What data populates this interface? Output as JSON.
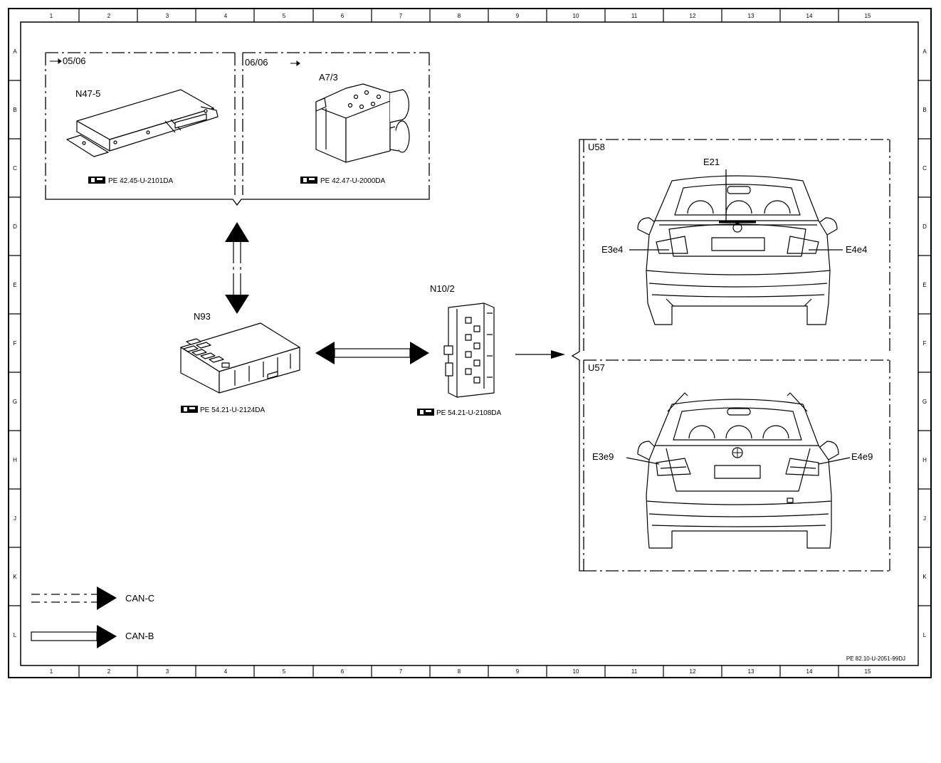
{
  "frame": {
    "column_labels": [
      "1",
      "2",
      "3",
      "4",
      "5",
      "6",
      "7",
      "8",
      "9",
      "10",
      "11",
      "12",
      "13",
      "14",
      "15"
    ],
    "row_labels": [
      "A",
      "B",
      "C",
      "D",
      "E",
      "F",
      "G",
      "H",
      "J",
      "K",
      "L"
    ],
    "footer_code": "PE 82.10-U-2051-99DJ"
  },
  "components": {
    "box_left": {
      "date": "05/06",
      "code": "N47-5",
      "ref": "PE 42.45-U-2101DA"
    },
    "box_right": {
      "date": "06/06",
      "code": "A7/3",
      "ref": "PE 42.47-U-2000DA"
    },
    "n93": {
      "code": "N93",
      "ref": "PE 54.21-U-2124DA"
    },
    "n10": {
      "code": "N10/2",
      "ref": "PE 54.21-U-2108DA"
    }
  },
  "vehicles": {
    "u58": {
      "code": "U58",
      "e21": "E21",
      "left_lamp": "E3e4",
      "right_lamp": "E4e4"
    },
    "u57": {
      "code": "U57",
      "left_lamp": "E3e9",
      "right_lamp": "E4e9"
    }
  },
  "legend": [
    {
      "label": "CAN-C",
      "style": "dashed"
    },
    {
      "label": "CAN-B",
      "style": "solid"
    }
  ],
  "colors": {
    "line": "#000000",
    "paper": "#ffffff"
  }
}
